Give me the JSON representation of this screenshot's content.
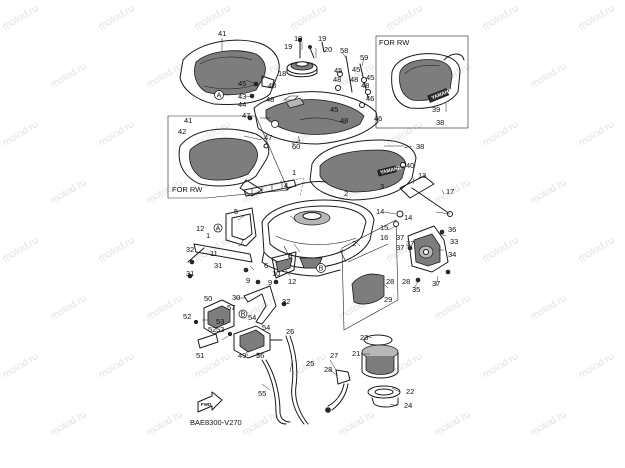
{
  "watermark": "motod.ru",
  "figure_code": "BAE8300-V270",
  "variant_label": "FOR RW",
  "view_letters": [
    "A",
    "B"
  ],
  "emblem_text": "YAMAHA",
  "fwd_text": "FWD",
  "callouts": [
    "1",
    "2",
    "3",
    "4",
    "5",
    "6",
    "7",
    "8",
    "9",
    "10",
    "11",
    "12",
    "13",
    "14",
    "15",
    "16",
    "17",
    "18",
    "19",
    "20",
    "21",
    "22",
    "23",
    "24",
    "25",
    "26",
    "27",
    "28",
    "29",
    "30",
    "31",
    "32",
    "33",
    "34",
    "35",
    "36",
    "37",
    "38",
    "39",
    "40",
    "41",
    "42",
    "43",
    "44",
    "45",
    "46",
    "47",
    "48",
    "49",
    "50",
    "51",
    "52",
    "53",
    "54",
    "55",
    "56",
    "57",
    "58",
    "59",
    "60"
  ]
}
